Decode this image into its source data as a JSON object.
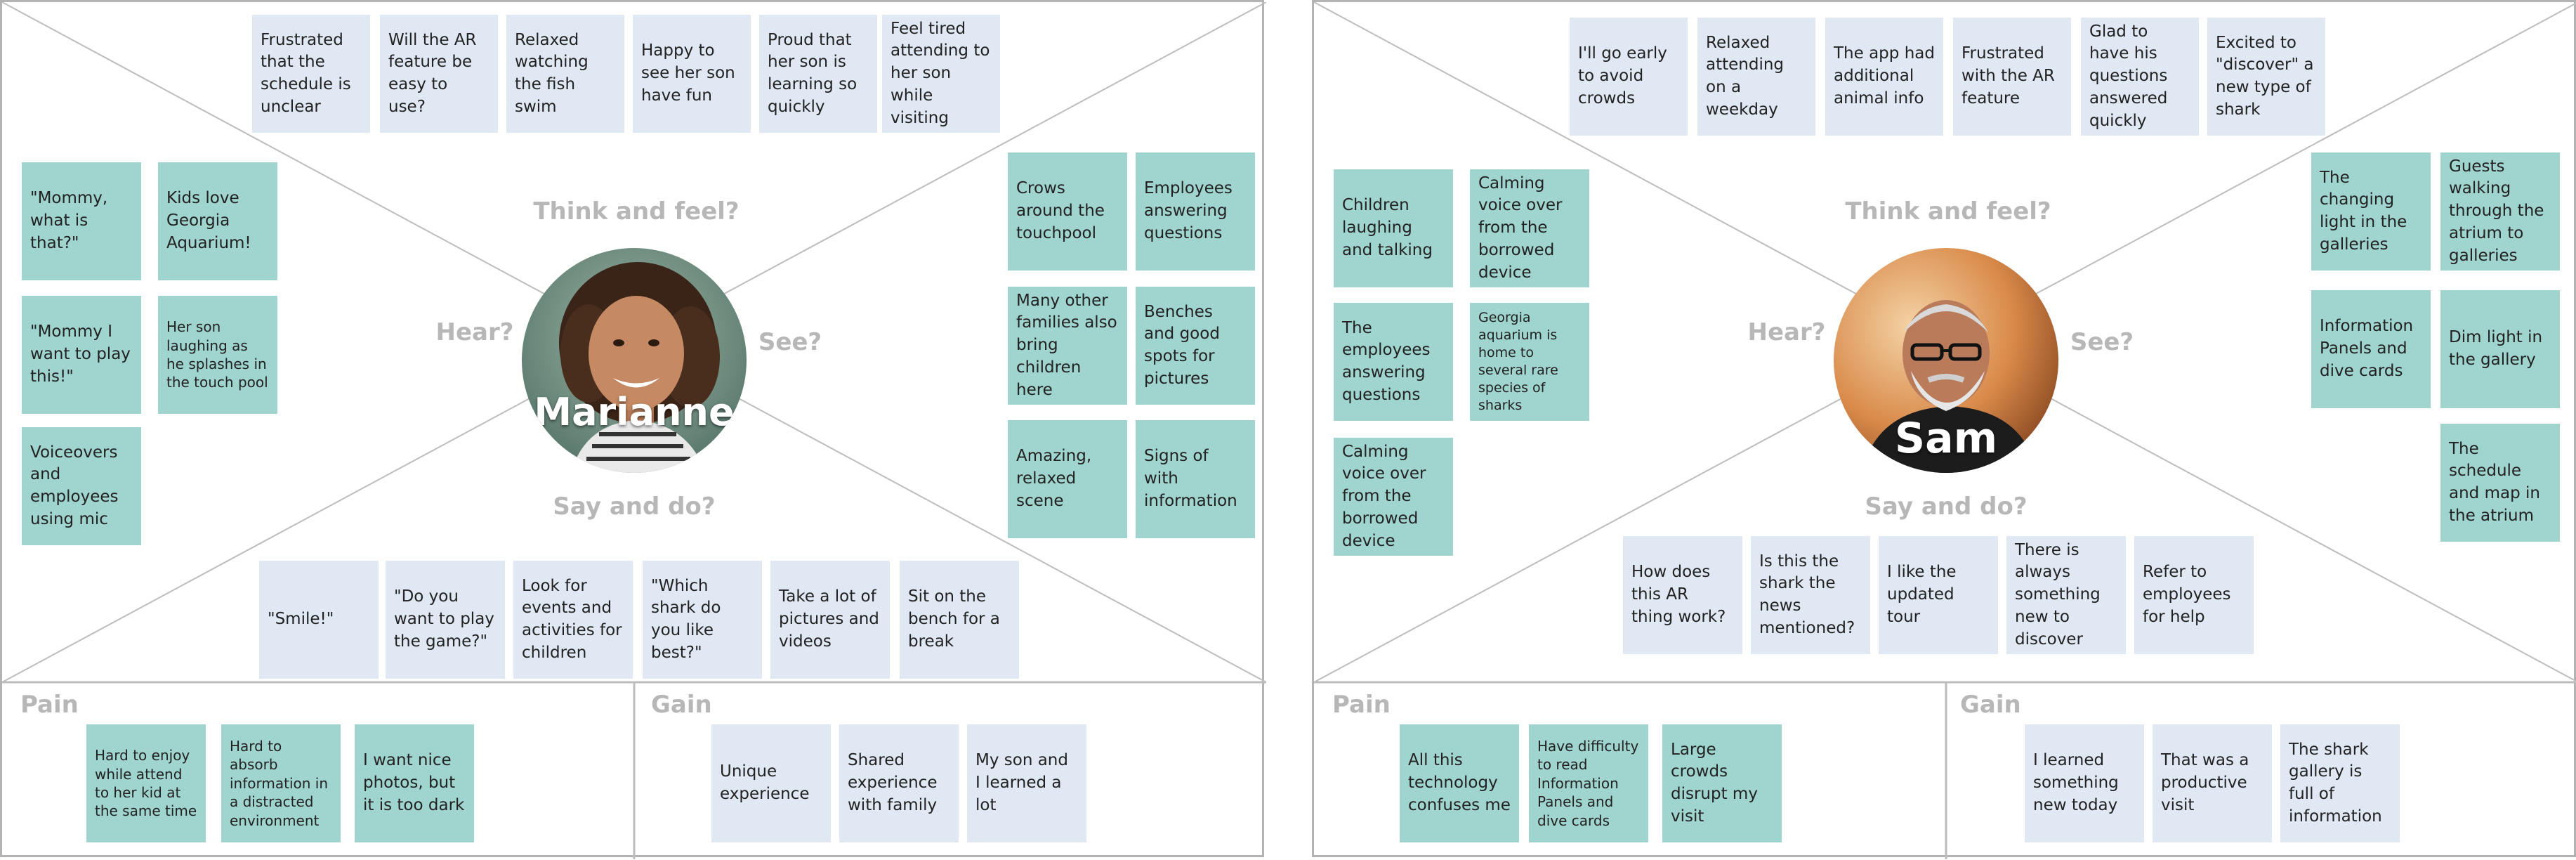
{
  "boards": [
    {
      "persona_name": "Marianne",
      "labels": {
        "think": "Think and feel?",
        "hear": "Hear?",
        "see": "See?",
        "say": "Say and do?",
        "pain": "Pain",
        "gain": "Gain"
      },
      "think_notes": [
        "Frustrated that the schedule is unclear",
        "Will the AR feature be easy to use?",
        "Relaxed watching the fish swim",
        "Happy to see her son have fun",
        "Proud that her son is learning so quickly",
        "Feel tired attending to her son while visiting"
      ],
      "hear_notes": [
        "\"Mommy, what is that?\"",
        "Kids love Georgia Aquarium!",
        "\"Mommy I want to play this!\"",
        "Her son laughing as he splashes  in the touch pool",
        "Voiceovers and employees using mic"
      ],
      "see_notes": [
        "Crows around the touchpool",
        "Employees answering questions",
        "Many other families also bring children here",
        "Benches and good spots for pictures",
        "Amazing, relaxed scene",
        "Signs of with information"
      ],
      "say_notes": [
        "\"Smile!\"",
        "\"Do you want to play the game?\"",
        "Look for events and activities for children",
        "\"Which shark do you like best?\"",
        "Take a lot of pictures and videos",
        "Sit on the bench for a break"
      ],
      "pain_notes": [
        "Hard to enjoy while attend to her kid at the same time",
        "Hard to absorb information in a distracted environment",
        "I want nice photos, but it is too dark"
      ],
      "gain_notes": [
        "Unique experience",
        "Shared experience with family",
        "My son and I learned a lot"
      ]
    },
    {
      "persona_name": "Sam",
      "labels": {
        "think": "Think and feel?",
        "hear": "Hear?",
        "see": "See?",
        "say": "Say and do?",
        "pain": "Pain",
        "gain": "Gain"
      },
      "think_notes": [
        "I'll go early to avoid crowds",
        "Relaxed attending on a weekday",
        "The app had additional animal info",
        "Frustrated with the AR feature",
        "Glad to have his questions answered quickly",
        "Excited to \"discover\" a new type of shark"
      ],
      "hear_notes": [
        "Children laughing and talking",
        "Calming voice over from the borrowed device",
        "The employees answering questions",
        "Georgia aquarium is home to several rare species of sharks",
        "Calming voice over from the borrowed device"
      ],
      "see_notes": [
        "The changing light in the galleries",
        "Guests walking through the atrium to galleries",
        "Information Panels and dive cards",
        "Dim light in the gallery",
        "The schedule and map in the atrium"
      ],
      "say_notes": [
        "How does this AR thing work?",
        "Is this the shark the news mentioned?",
        "I like the updated tour",
        "There is always something new to discover",
        "Refer to employees for help"
      ],
      "pain_notes": [
        "All this technology confuses me",
        "Have difficulty to read Information Panels and dive cards",
        "Large crowds disrupt my visit"
      ],
      "gain_notes": [
        "I learned something new today",
        "That was a productive visit",
        "The shark gallery is full of information"
      ]
    }
  ]
}
